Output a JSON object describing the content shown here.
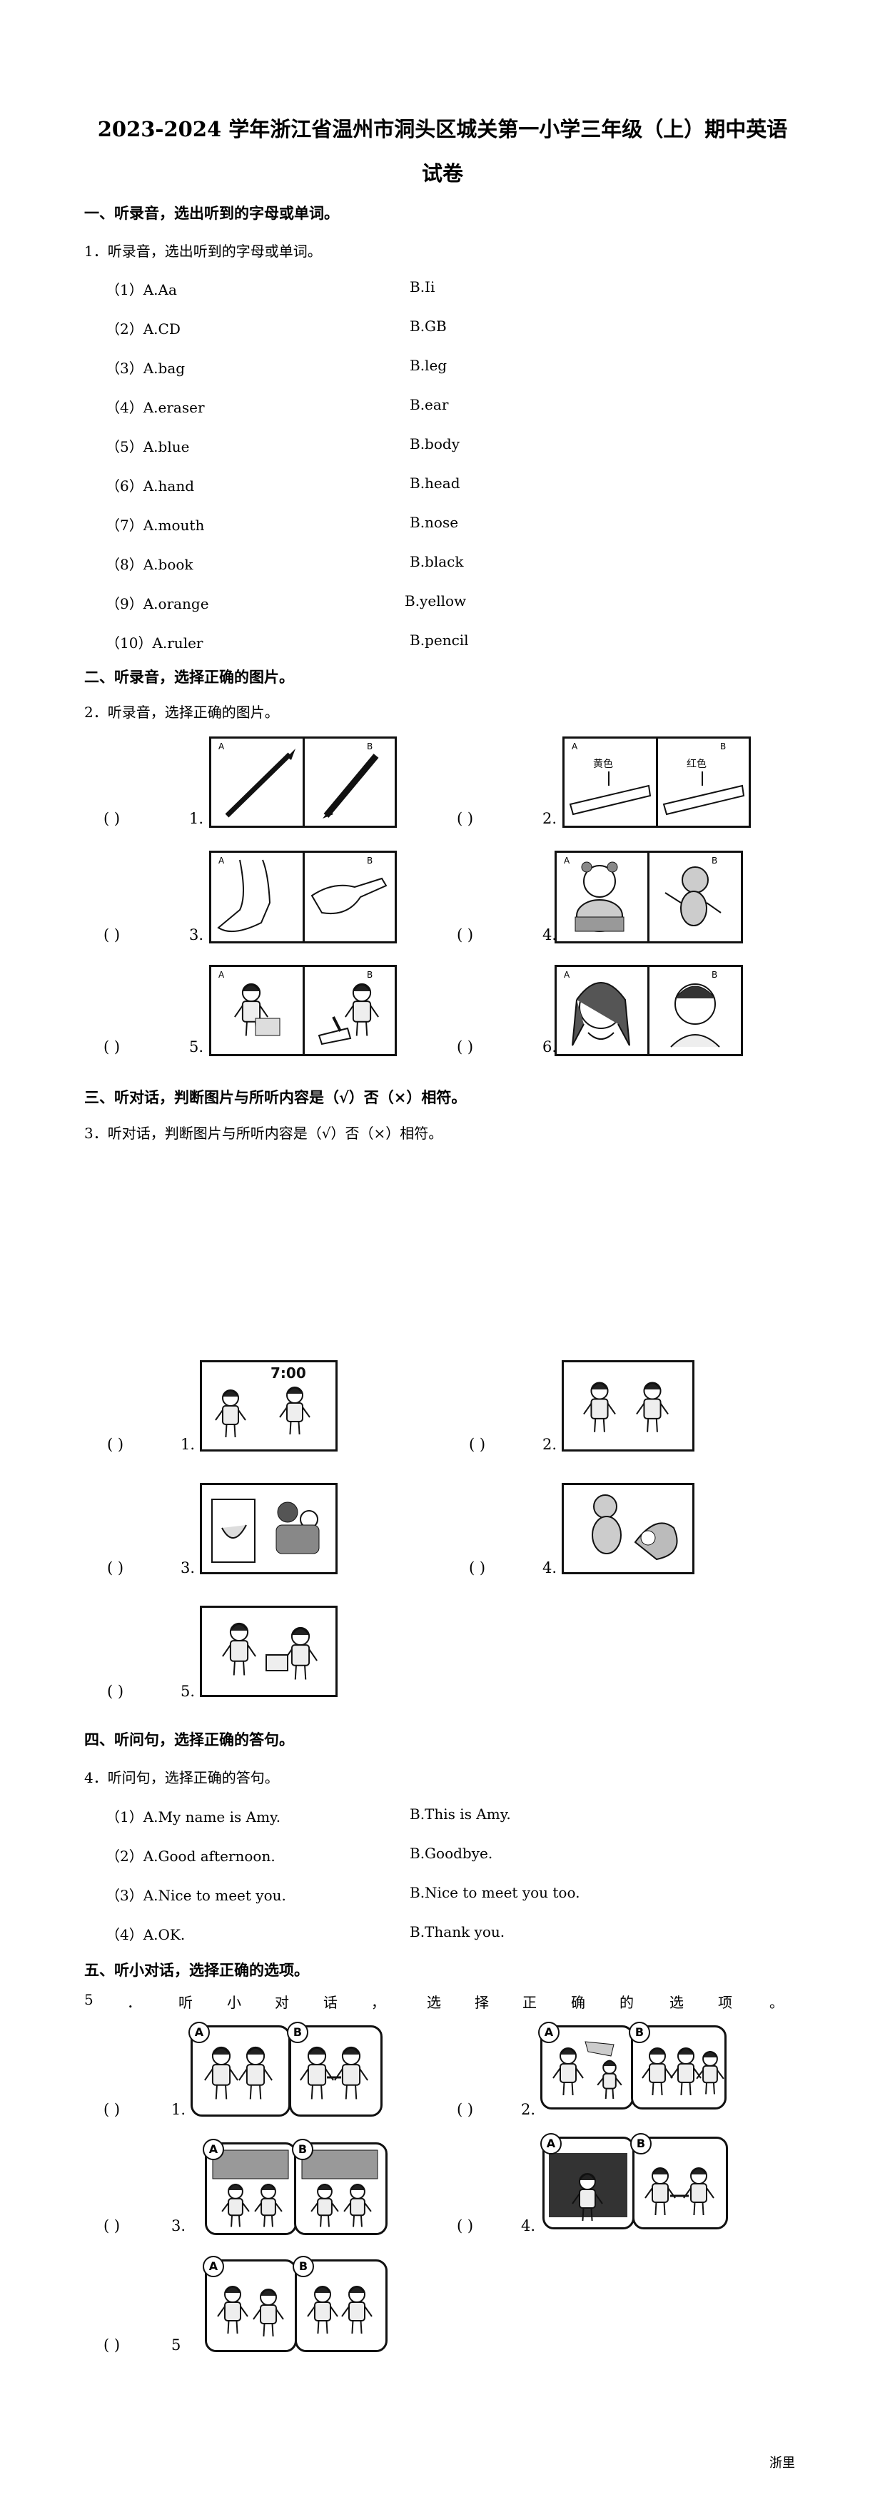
{
  "title_line1": "2023-2024 学年浙江省温州市洞头区城关第一小学三年级（上）期中英语",
  "title_line2": "试卷",
  "s1": {
    "heading": "一、听录音，选出听到的字母或单词。",
    "question": "1．听录音，选出听到的字母或单词。",
    "items": [
      {
        "a": "（1）A.Aa",
        "b": "B.Ii"
      },
      {
        "a": "（2）A.CD",
        "b": "B.GB"
      },
      {
        "a": "（3）A.bag",
        "b": "B.leg"
      },
      {
        "a": "（4）A.eraser",
        "b": "B.ear"
      },
      {
        "a": "（5）A.blue",
        "b": "B.body"
      },
      {
        "a": "（6）A.hand",
        "b": "B.head"
      },
      {
        "a": "（7）A.mouth",
        "b": "B.nose"
      },
      {
        "a": "（8）A.book",
        "b": "B.black"
      },
      {
        "a": "（9）A.orange",
        "b": "B.yellow"
      },
      {
        "a": "（10）A.ruler",
        "b": "B.pencil"
      }
    ]
  },
  "s2": {
    "heading": "二、听录音，选择正确的图片。",
    "question": "2．听录音，选择正确的图片。",
    "paren": "(          )",
    "nums": [
      "1.",
      "2.",
      "3.",
      "4.",
      "5.",
      "6."
    ],
    "pic_labels": [
      "A",
      "B",
      "黄色",
      "红色"
    ]
  },
  "s3": {
    "heading": "三、听对话，判断图片与所听内容是（√）否（×）相符。",
    "question": "3．听对话，判断图片与所听内容是（√）否（×）相符。",
    "paren": "(          )",
    "nums": [
      "1.",
      "2.",
      "3.",
      "4.",
      "5."
    ],
    "clock": "7:00"
  },
  "s4": {
    "heading": "四、听问句，选择正确的答句。",
    "question": "4．听问句，选择正确的答句。",
    "items": [
      {
        "a": "（1）A.My name is Amy.",
        "b": "B.This is Amy."
      },
      {
        "a": "（2）A.Good afternoon.",
        "b": "B.Goodbye."
      },
      {
        "a": "（3）A.Nice to meet you.",
        "b": "B.Nice to meet you too."
      },
      {
        "a": "（4）A.OK.",
        "b": "B.Thank you."
      }
    ]
  },
  "s5": {
    "heading": "五、听小对话，选择正确的选项。",
    "question_chars": [
      "5",
      "．",
      "听",
      "小",
      "对",
      "话",
      "，",
      "选",
      "择",
      "正",
      "确",
      "的",
      "选",
      "项",
      "。"
    ],
    "paren": "(          )",
    "nums": [
      "1.",
      "2.",
      "3.",
      "4.",
      "5"
    ],
    "pic_labels": [
      "A",
      "B"
    ]
  },
  "footer": "浙里"
}
